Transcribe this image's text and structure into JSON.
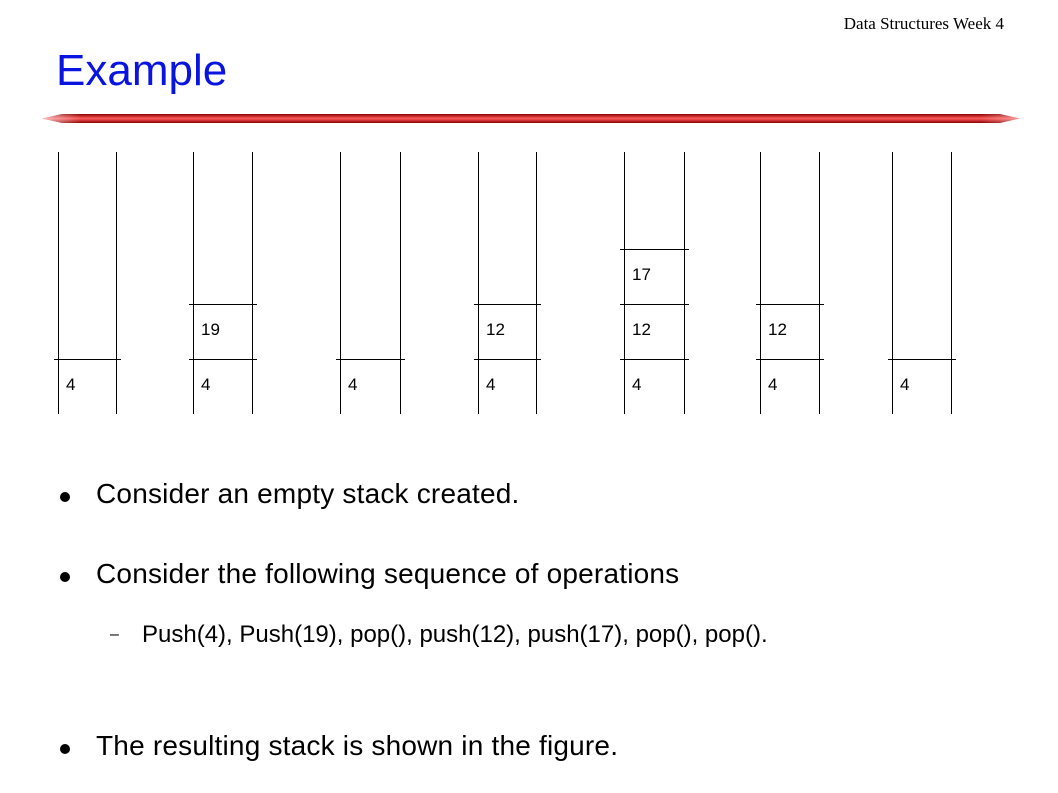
{
  "header": {
    "course": "Data Structures Week 4"
  },
  "slide": {
    "title": "Example"
  },
  "stacks": [
    {
      "cells": [
        "4"
      ]
    },
    {
      "cells": [
        "4",
        "19"
      ]
    },
    {
      "cells": [
        "4"
      ]
    },
    {
      "cells": [
        "4",
        "12"
      ]
    },
    {
      "cells": [
        "4",
        "12",
        "17"
      ]
    },
    {
      "cells": [
        "4",
        "12"
      ]
    },
    {
      "cells": [
        "4"
      ]
    }
  ],
  "bullets": {
    "b1": "Consider an empty stack created.",
    "b2": "Consider the following sequence of operations",
    "b2_sub": "Push(4), Push(19), pop(), push(12), push(17), pop(), pop().",
    "b3": "The resulting stack is shown in the figure."
  },
  "colors": {
    "title": "#0a14e0",
    "rule_dark": "#8b0000",
    "rule_light": "#ff4040"
  }
}
